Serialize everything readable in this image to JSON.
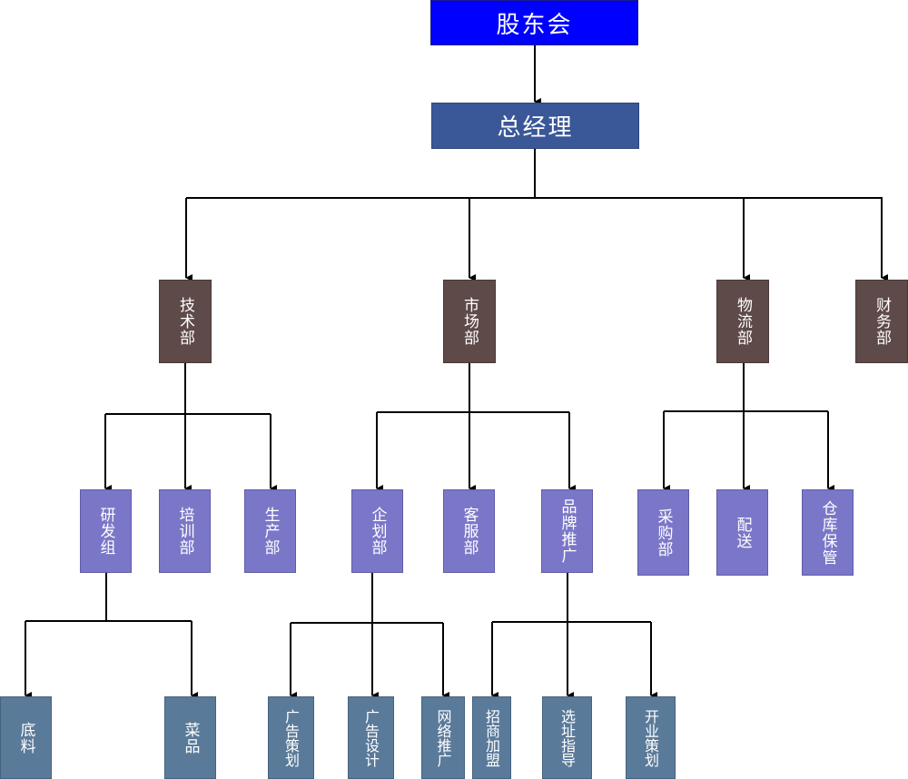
{
  "chart": {
    "root": "股东会",
    "gm": "总经理",
    "departments": {
      "tech": "技术部",
      "market": "市场部",
      "logistics": "物流部",
      "finance": "财务部"
    },
    "tech_units": {
      "rd": "研发组",
      "training": "培训部",
      "production": "生产部"
    },
    "market_units": {
      "planning": "企划部",
      "service": "客服部",
      "brand": "品牌推广"
    },
    "logistics_units": {
      "purchase": "采购部",
      "delivery": "配送",
      "warehouse": "仓库保管"
    },
    "rd_units": {
      "base": "底料",
      "dishes": "菜品"
    },
    "planning_units": {
      "ad_plan": "广告策划",
      "ad_design": "广告设计",
      "online": "网络推广"
    },
    "brand_units": {
      "franchise": "招商加盟",
      "site": "选址指导",
      "opening": "开业策划"
    }
  },
  "colors": {
    "root": "#0000ff",
    "gm": "#3a5798",
    "department": "#5e4a48",
    "unit": "#7b77c8",
    "subunit": "#5a7a9a",
    "line": "#000000"
  }
}
